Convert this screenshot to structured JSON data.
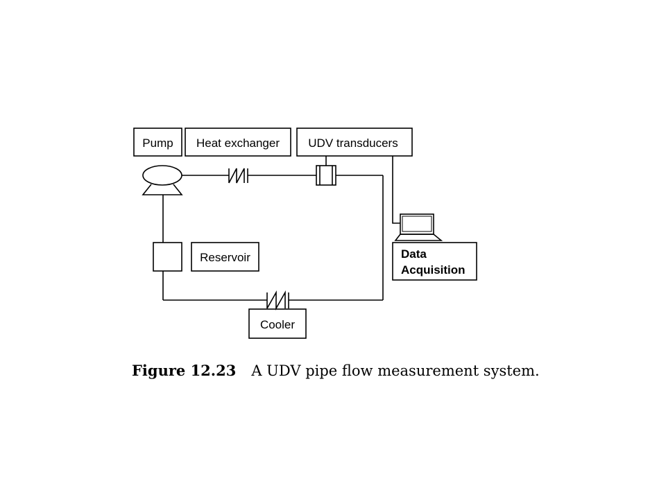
{
  "diagram": {
    "labels": {
      "pump": "Pump",
      "heat_exchanger": "Heat exchanger",
      "udv_transducers": "UDV transducers",
      "reservoir": "Reservoir",
      "cooler": "Cooler",
      "data_acquisition_line1": "Data",
      "data_acquisition_line2": "Acquisition"
    }
  },
  "caption": {
    "number": "Figure 12.23",
    "text": "A UDV pipe flow measurement system."
  }
}
